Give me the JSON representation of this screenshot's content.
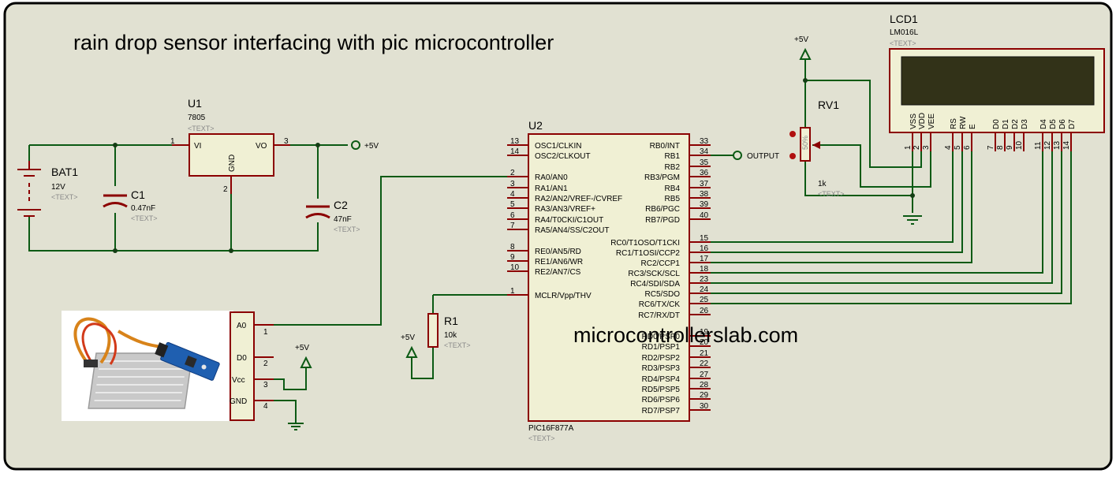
{
  "title": "rain drop sensor interfacing with pic microcontroller",
  "watermark": "microcontrollerslab.com",
  "placeholder_text": "<TEXT>",
  "power_label": "+5V",
  "output_label": "OUTPUT",
  "colors": {
    "background": "#e1e1d2",
    "wire": "#0b5a14",
    "component": "#8b0000",
    "ic_fill": "#f0f0d4",
    "lcd_screen": "#323218",
    "junction": "#143d14"
  },
  "components": {
    "bat1": {
      "ref": "BAT1",
      "value": "12V"
    },
    "c1": {
      "ref": "C1",
      "value": "0.47nF"
    },
    "c2": {
      "ref": "C2",
      "value": "47nF"
    },
    "u1": {
      "ref": "U1",
      "value": "7805",
      "pin_vi": "VI",
      "pin_vo": "VO",
      "pin_gnd": "GND",
      "pin_num_in": "1",
      "pin_num_out": "3",
      "pin_num_gnd": "2"
    },
    "u2": {
      "ref": "U2",
      "value": "PIC16F877A"
    },
    "r1": {
      "ref": "R1",
      "value": "10k"
    },
    "rv1": {
      "ref": "RV1",
      "value": "1k",
      "body_label": "50%"
    },
    "lcd1": {
      "ref": "LCD1",
      "value": "LM016L"
    },
    "sensor": {
      "pins": [
        "A0",
        "D0",
        "Vcc",
        "GND"
      ],
      "pin_nums": [
        "1",
        "2",
        "3",
        "4"
      ]
    }
  },
  "u2_left_pins": [
    {
      "num": "13",
      "name": "OSC1/CLKIN"
    },
    {
      "num": "14",
      "name": "OSC2/CLKOUT"
    },
    {
      "num": "2",
      "name": "RA0/AN0"
    },
    {
      "num": "3",
      "name": "RA1/AN1"
    },
    {
      "num": "4",
      "name": "RA2/AN2/VREF-/CVREF"
    },
    {
      "num": "5",
      "name": "RA3/AN3/VREF+"
    },
    {
      "num": "6",
      "name": "RA4/T0CKI/C1OUT"
    },
    {
      "num": "7",
      "name": "RA5/AN4/SS/C2OUT"
    },
    {
      "num": "8",
      "name": "RE0/AN5/RD"
    },
    {
      "num": "9",
      "name": "RE1/AN6/WR"
    },
    {
      "num": "10",
      "name": "RE2/AN7/CS"
    },
    {
      "num": "1",
      "name": "MCLR/Vpp/THV"
    }
  ],
  "u2_right_pins": [
    {
      "num": "33",
      "name": "RB0/INT"
    },
    {
      "num": "34",
      "name": "RB1"
    },
    {
      "num": "35",
      "name": "RB2"
    },
    {
      "num": "36",
      "name": "RB3/PGM"
    },
    {
      "num": "37",
      "name": "RB4"
    },
    {
      "num": "38",
      "name": "RB5"
    },
    {
      "num": "39",
      "name": "RB6/PGC"
    },
    {
      "num": "40",
      "name": "RB7/PGD"
    },
    {
      "num": "15",
      "name": "RC0/T1OSO/T1CKI"
    },
    {
      "num": "16",
      "name": "RC1/T1OSI/CCP2"
    },
    {
      "num": "17",
      "name": "RC2/CCP1"
    },
    {
      "num": "18",
      "name": "RC3/SCK/SCL"
    },
    {
      "num": "23",
      "name": "RC4/SDI/SDA"
    },
    {
      "num": "24",
      "name": "RC5/SDO"
    },
    {
      "num": "25",
      "name": "RC6/TX/CK"
    },
    {
      "num": "26",
      "name": "RC7/RX/DT"
    },
    {
      "num": "19",
      "name": "RD0/PSP0"
    },
    {
      "num": "20",
      "name": "RD1/PSP1"
    },
    {
      "num": "21",
      "name": "RD2/PSP2"
    },
    {
      "num": "22",
      "name": "RD3/PSP3"
    },
    {
      "num": "27",
      "name": "RD4/PSP4"
    },
    {
      "num": "28",
      "name": "RD5/PSP5"
    },
    {
      "num": "29",
      "name": "RD6/PSP6"
    },
    {
      "num": "30",
      "name": "RD7/PSP7"
    }
  ],
  "lcd_pins": [
    {
      "name": "VSS",
      "num": "1"
    },
    {
      "name": "VDD",
      "num": "2"
    },
    {
      "name": "VEE",
      "num": "3"
    },
    {
      "name": "RS",
      "num": "4"
    },
    {
      "name": "RW",
      "num": "5"
    },
    {
      "name": "E",
      "num": "6"
    },
    {
      "name": "D0",
      "num": "7"
    },
    {
      "name": "D1",
      "num": "8"
    },
    {
      "name": "D2",
      "num": "9"
    },
    {
      "name": "D3",
      "num": "10"
    },
    {
      "name": "D4",
      "num": "11"
    },
    {
      "name": "D5",
      "num": "12"
    },
    {
      "name": "D6",
      "num": "13"
    },
    {
      "name": "D7",
      "num": "14"
    }
  ]
}
